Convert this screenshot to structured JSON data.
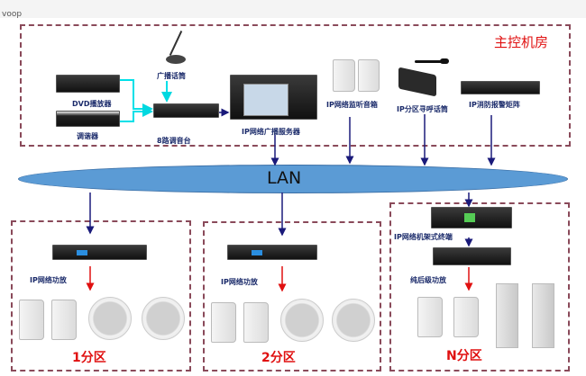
{
  "header": {
    "cut_text": "voop"
  },
  "control_room": {
    "title": "主控机房",
    "devices": {
      "mic": "广播话筒",
      "dvd": "DVD播放器",
      "tuner": "调谐器",
      "mixer": "8路调音台",
      "server": "IP网络广播服务器",
      "monitor": "IP网络监听音箱",
      "paging": "IP分区寻呼话筒",
      "fire": "IP消防报警矩阵"
    }
  },
  "network": {
    "label": "LAN"
  },
  "zones": [
    {
      "title": "1分区",
      "amp": "IP网络功放"
    },
    {
      "title": "2分区",
      "amp": "IP网络功放"
    },
    {
      "title": "N分区",
      "terminal": "IP网络机架式终端",
      "amp": "纯后级功放"
    }
  ],
  "colors": {
    "lan": "#5b9bd5",
    "zone_title": "#e01010",
    "border": "#8a4a5a",
    "signal": "#00e0e8",
    "arrow": "#1a1a7a",
    "red_arrow": "#e01010"
  }
}
